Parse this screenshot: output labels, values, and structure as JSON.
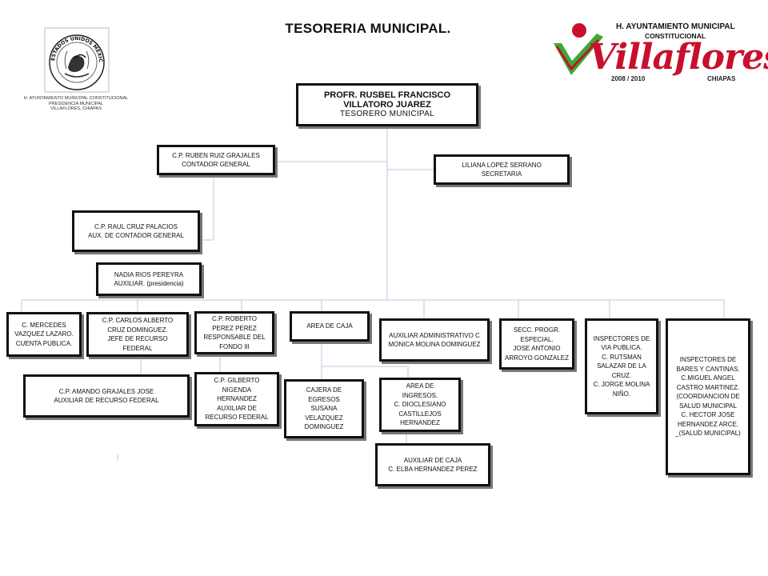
{
  "title": "TESORERIA MUNICIPAL.",
  "seal": {
    "ring_text": "ESTADOS UNIDOS MEXICANOS",
    "caption": [
      "H. AYUNTAMIENTO MUNICIPAL CONSTITUCIONAL",
      "PRESIDENCIA MUNICIPAL",
      "VILLAFLORES, CHIAPAS"
    ]
  },
  "logo": {
    "line1": "H. AYUNTAMIENTO MUNICIPAL",
    "line2": "CONSTITUCIONAL",
    "word": "Villaflores",
    "years": "2008 / 2010",
    "state": "CHIAPAS",
    "colors": {
      "red": "#c8102e",
      "green": "#3aa935"
    }
  },
  "head": {
    "name_lines": [
      "PROFR. RUSBEL FRANCISCO",
      "VILLATORO JUAREZ"
    ],
    "role": "TESORERO MUNICIPAL"
  },
  "nodes": {
    "contador": [
      "C.P. RUBEN RUIZ GRAJALES",
      "CONTADOR GENERAL"
    ],
    "secretaria": [
      "LILIANA LOPEZ SERRANO",
      "SECRETARIA"
    ],
    "aux_contador": [
      "C.P. RAUL CRUZ PALACIOS",
      "AUX. DE CONTADOR GENERAL"
    ],
    "auxiliar_presidencia": [
      "NADIA RIOS PEREYRA",
      "AUXILIAR. (presidencia)"
    ],
    "cuenta_publica": [
      "C. MERCEDES",
      "VAZQUEZ LAZARO.",
      "CUENTA PUBLICA."
    ],
    "recurso_federal": [
      "C.P. CARLOS ALBERTO",
      "CRUZ DOMINGUEZ.",
      "JEFE DE RECURSO FEDERAL"
    ],
    "fondo_iii": [
      "C.P. ROBERTO",
      "PEREZ PEREZ",
      "RESPONSABLE DEL",
      "FONDO III"
    ],
    "area_caja": [
      "AREA DE CAJA"
    ],
    "aux_administrativo": [
      "AUXILIAR ADMINISTRATIVO C",
      "MONICA MOLINA DOMINGUEZ"
    ],
    "secc_progr": [
      "SECC. PROGR.",
      "ESPECIAL.",
      "JOSE ANTONIO",
      "ARROYO GONZALEZ"
    ],
    "inspectores_via": [
      "INSPECTORES DE",
      "VIA PUBLICA.",
      "C. RUTSMAN",
      "SALAZAR DE LA",
      "CRUZ.",
      "C. JORGE MOLINA",
      "NIÑO."
    ],
    "inspectores_bares": [
      "INSPECTORES DE",
      "BARES Y CANTINAS.",
      "C.MIGUEL ANGEL",
      "CASTRO MARTINEZ.",
      "(COORDIANCION DE",
      "SALUD MUNICIPAL",
      "C. HECTOR JOSE",
      "HERNANDEZ ARCE.",
      "_(SALUD MUNICIPAL)"
    ],
    "aux_recurso_federal": [
      "C.P. AMANDO GRAJALES JOSE",
      "AUXILIAR DE RECURSO FEDERAL"
    ],
    "gilberto": [
      "C.P. GILBERTO",
      "NIGENDA",
      "HERNANDEZ",
      "AUXILIAR DE",
      "RECURSO FEDERAL"
    ],
    "cajera_egresos": [
      "CAJERA DE",
      "EGRESOS",
      "SUSANA",
      "VELAZQUEZ",
      "DOMINGUEZ"
    ],
    "ingresos": [
      "AREA DE",
      "INGRESOS.",
      "C. DIOCLESIANO",
      "CASTILLEJOS",
      "HERNANDEZ"
    ],
    "aux_caja": [
      "AUXILIAR DE CAJA",
      "C. ELBA HERNANDEZ PEREZ"
    ]
  }
}
